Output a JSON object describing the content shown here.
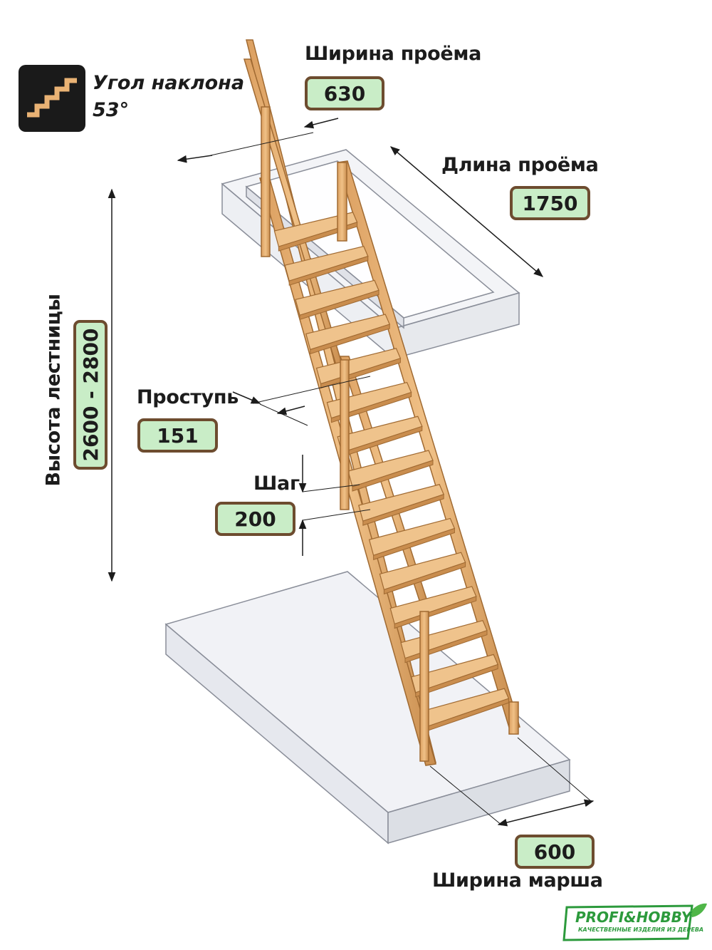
{
  "angle": {
    "label": "Угол наклона",
    "value": "53°"
  },
  "opening_width": {
    "label": "Ширина проёма",
    "value": "630"
  },
  "opening_length": {
    "label": "Длина проёма",
    "value": "1750"
  },
  "stair_height": {
    "label": "Высота лестницы",
    "value": "2600 - 2800"
  },
  "tread": {
    "label": "Проступь",
    "value": "151"
  },
  "step": {
    "label": "Шаг",
    "value": "200"
  },
  "flight_width": {
    "label": "Ширина марша",
    "value": "600"
  },
  "logo": {
    "name": "PROFI&HOBBY",
    "tagline": "КАЧЕСТВЕННЫЕ ИЗДЕЛИЯ ИЗ ДЕРЕВА"
  },
  "colors": {
    "wood": "#e9b274",
    "wood_dark": "#b27a3e",
    "pill_fill": "#c9edc7",
    "pill_border": "#6d4c2f",
    "brand": "#2c9a3c"
  }
}
